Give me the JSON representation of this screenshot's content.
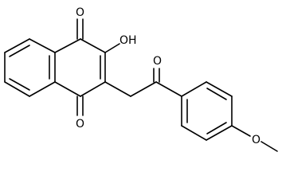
{
  "labels": {
    "o_top": "O",
    "oh": "OH",
    "o_bottom": "O",
    "o_ketone": "O",
    "o_methoxy": "O"
  }
}
